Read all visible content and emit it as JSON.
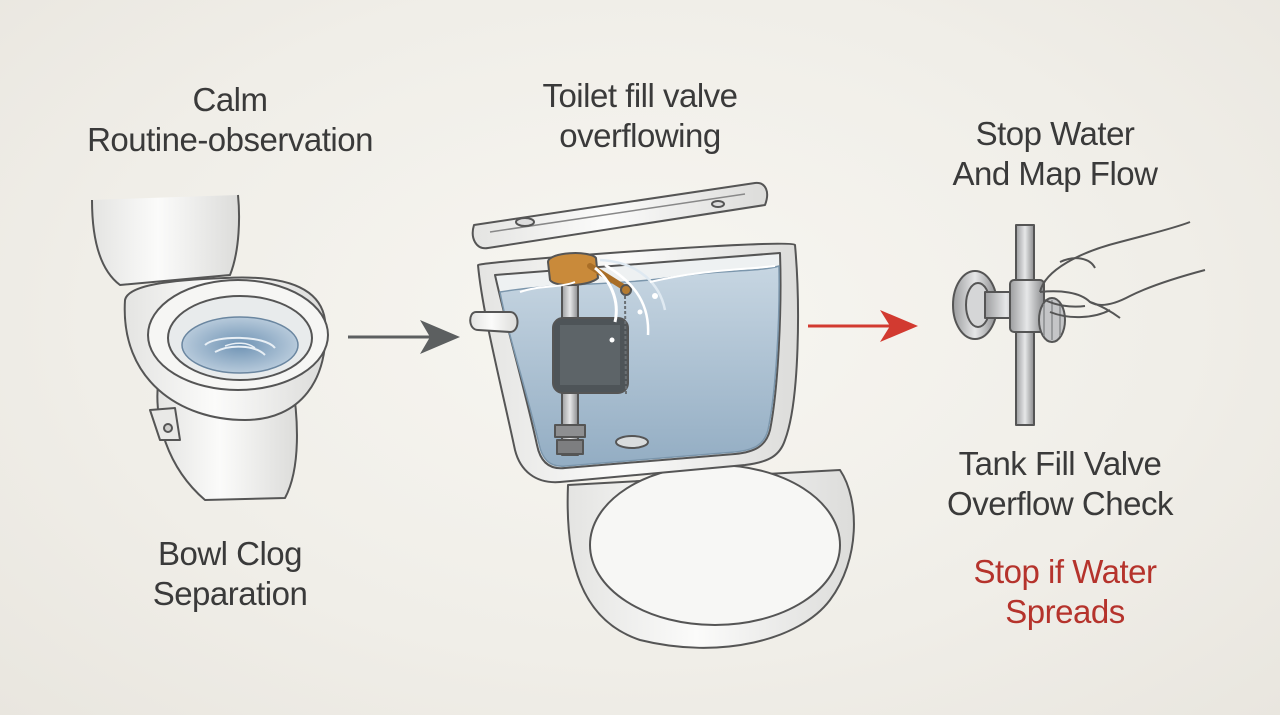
{
  "panels": {
    "observe": {
      "title_line1": "Calm",
      "title_line2": "Routine-observation",
      "caption_line1": "Bowl Clog",
      "caption_line2": "Separation",
      "icon": "toilet-bowl-icon"
    },
    "overflow": {
      "title_line1": "Toilet fill valve",
      "title_line2": "overflowing",
      "icon": "toilet-tank-overflow-icon"
    },
    "stop": {
      "title_line1": "Stop Water",
      "title_line2": "And Map Flow",
      "caption_line1": "Tank Fill Valve",
      "caption_line2": "Overflow Check",
      "warning_line1": "Stop if Water",
      "warning_line2": "Spreads",
      "icon": "shutoff-valve-icon"
    }
  },
  "colors": {
    "text": "#3a3a3a",
    "warning": "#b5332c",
    "arrow_neutral": "#5c5f60",
    "arrow_alert": "#d23a30",
    "water": "#9fb7cc",
    "float_brass": "#c98a3a"
  }
}
